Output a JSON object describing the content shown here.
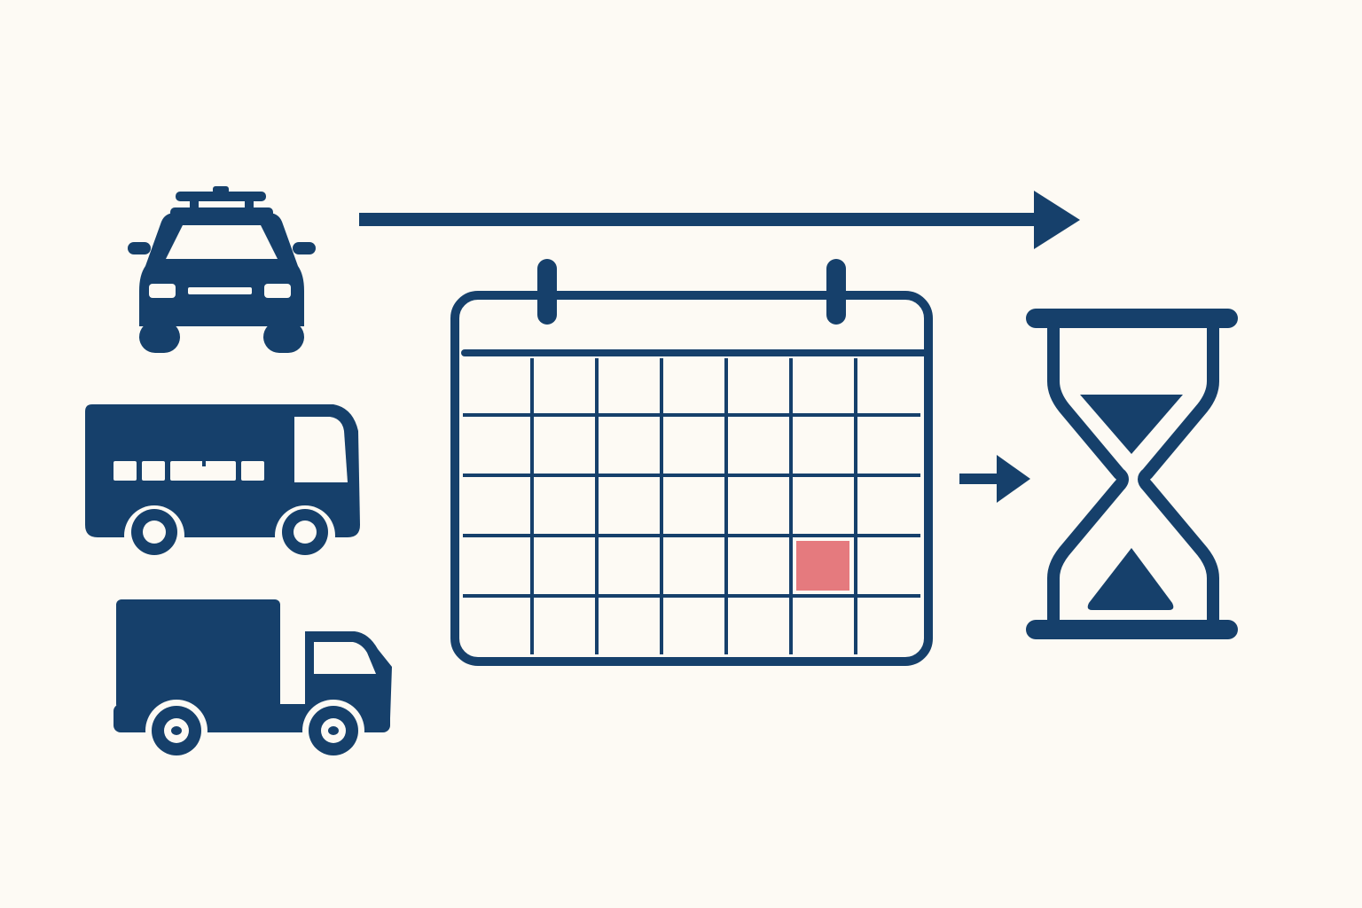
{
  "colors": {
    "background": "#fdfaf4",
    "ink": "#16406b",
    "highlight": "#e57a7e"
  },
  "vehicles": [
    {
      "name": "car",
      "icon": "car-front-icon"
    },
    {
      "name": "bus",
      "icon": "bus-icon"
    },
    {
      "name": "truck",
      "icon": "truck-icon"
    }
  ],
  "calendar": {
    "icon": "calendar-icon",
    "columns": 7,
    "rows": 5,
    "highlighted_cell": {
      "row": 4,
      "column": 6
    }
  },
  "arrows": [
    {
      "name": "timeline-arrow",
      "icon": "arrow-right-icon"
    },
    {
      "name": "small-arrow",
      "icon": "arrow-right-icon"
    }
  ],
  "hourglass": {
    "icon": "hourglass-icon"
  }
}
